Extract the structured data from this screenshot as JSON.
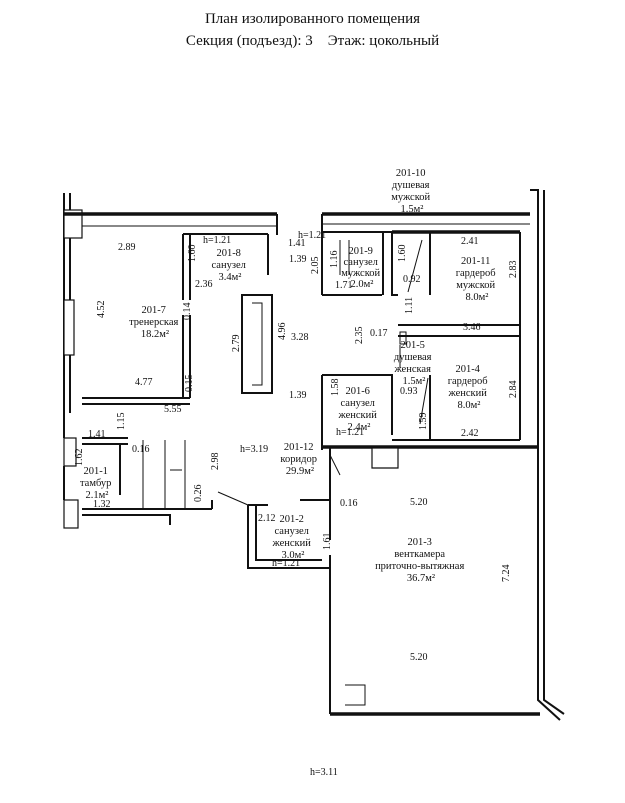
{
  "header": {
    "title": "План изолированного помещения",
    "subtitle": "Секция (подъезд): 3    Этаж: цокольный"
  },
  "rooms": [
    {
      "id": "201-1",
      "lines": [
        "201-1",
        "тамбур",
        "2.1м²"
      ]
    },
    {
      "id": "201-2",
      "lines": [
        "201-2",
        "санузел",
        "женский",
        "3.0м²"
      ]
    },
    {
      "id": "201-3",
      "lines": [
        "201-3",
        "венткамера",
        "приточно-вытяжная",
        "36.7м²"
      ]
    },
    {
      "id": "201-4",
      "lines": [
        "201-4",
        "гардероб",
        "женский",
        "8.0м²"
      ]
    },
    {
      "id": "201-5",
      "lines": [
        "201-5",
        "душевая",
        "женская",
        "1.5м²"
      ]
    },
    {
      "id": "201-6",
      "lines": [
        "201-6",
        "санузел",
        "женский",
        "2.4м²"
      ]
    },
    {
      "id": "201-7",
      "lines": [
        "201-7",
        "тренерская",
        "18.2м²"
      ]
    },
    {
      "id": "201-8",
      "lines": [
        "201-8",
        "санузел",
        "3.4м²"
      ]
    },
    {
      "id": "201-9",
      "lines": [
        "201-9",
        "санузел",
        "мужской",
        "2.0м²"
      ]
    },
    {
      "id": "201-10",
      "lines": [
        "201-10",
        "душевая",
        "мужской",
        "1.5м²"
      ]
    },
    {
      "id": "201-11",
      "lines": [
        "201-11",
        "гардероб",
        "мужской",
        "8.0м²"
      ]
    },
    {
      "id": "201-12",
      "lines": [
        "201-12",
        "коридор",
        "29.9м²"
      ]
    }
  ],
  "dimensions": [
    "2.89",
    "4.52",
    "1.60",
    "2.36",
    "0.14",
    "4.77",
    "0.15",
    "5.55",
    "1.15",
    "1.41",
    "1.62",
    "0.16",
    "1.32",
    "2.98",
    "0.26",
    "2.79",
    "4.96",
    "1.39",
    "1.39",
    "3.28",
    "2.05",
    "1.16",
    "1.71",
    "0.92",
    "2.41",
    "2.83",
    "2.35",
    "0.17",
    "1.11",
    "3.46",
    "1.58",
    "0.93",
    "1.59",
    "2.84",
    "2.42",
    "5.20",
    "2.12",
    "1.61",
    "0.16",
    "5.20",
    "7.24",
    "1.41",
    "1.60"
  ],
  "heights": [
    "h=1.21",
    "h=1.21",
    "h=3.19",
    "h=1.21",
    "h=1.21"
  ],
  "footer": {
    "height_note": "h=3.11"
  }
}
